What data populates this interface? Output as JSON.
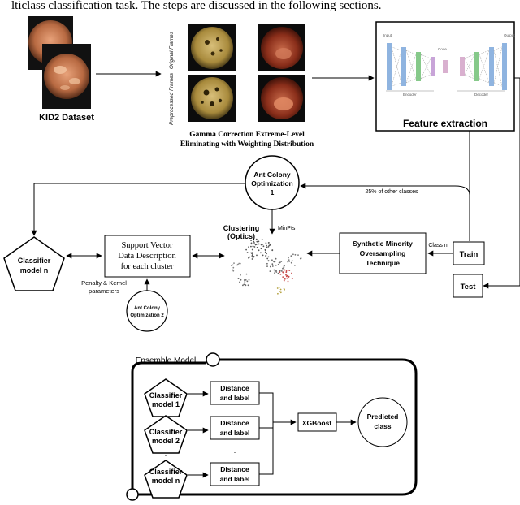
{
  "header_text": "lticlass classification task. The steps are discussed in the following sections.",
  "dataset": {
    "label": "KID2 Dataset"
  },
  "preprocessing": {
    "row_labels": [
      "Original Frames",
      "Preprocessed Frames"
    ],
    "caption_line1": "Gamma Correction Extreme-Level",
    "caption_line2": "Eliminating with Weighting Distribution"
  },
  "autoencoder": {
    "input_label": "Input",
    "output_label": "Output",
    "code_label": "Code",
    "encoder_label": "Encoder",
    "decoder_label": "Decoder"
  },
  "feature_extraction": {
    "label": "Feature extraction"
  },
  "aco1": {
    "line1": "Ant Colony",
    "line2": "Optimization",
    "line3": "1"
  },
  "arrow_labels": {
    "other_classes": "25% of other classes",
    "minpts": "MinPts",
    "class_n": "Class n"
  },
  "clustering": {
    "line1": "Clustering",
    "line2": "(Optics)"
  },
  "classifier_main": {
    "line1": "Classifier",
    "line2": "model n"
  },
  "svdd": {
    "line1": "Support Vector",
    "line2": "Data Description",
    "line3": "for each cluster"
  },
  "smote": {
    "line1": "Synthetic Minority",
    "line2": "Oversampling",
    "line3": "Technique"
  },
  "train": {
    "label": "Train"
  },
  "test": {
    "label": "Test"
  },
  "penalty": {
    "line1": "Penalty & Kernel",
    "line2": "parameters"
  },
  "aco2": {
    "line1": "Ant Colony",
    "line2": "Optimization 2"
  },
  "ensemble": {
    "title": "Ensemble Model",
    "classifiers": [
      {
        "line1": "Classifier",
        "line2": "model 1"
      },
      {
        "line1": "Classifier",
        "line2": "model 2"
      },
      {
        "line1": "Classifier",
        "line2": "model n"
      }
    ],
    "distance_boxes": [
      {
        "line1": "Distance",
        "line2": "and label"
      },
      {
        "line1": "Distance",
        "line2": "and label"
      },
      {
        "line1": "Distance",
        "line2": "and label"
      }
    ],
    "xgboost": "XGBoost",
    "predicted": {
      "line1": "Predicted",
      "line2": "class"
    },
    "ellipsis": "."
  },
  "colors": {
    "autoencoder_layers": [
      "#8fb4e0",
      "#8fb4e0",
      "#86c98a",
      "#c8a4d8",
      "#d9b0cf",
      "#86c98a",
      "#8fb4e0",
      "#8fb4e0"
    ]
  }
}
